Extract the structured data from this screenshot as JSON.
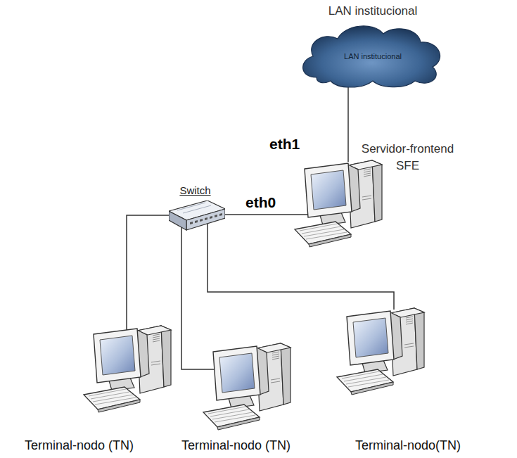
{
  "diagram": {
    "nodes": [
      {
        "text": [
          "LAN institucional",
          "LAN institucional"
        ]
      },
      {
        "text": [
          "Servidor-frontend SFE"
        ]
      },
      {
        "text": [
          "Switch"
        ]
      },
      {
        "text": [
          "Terminal-nodo (TN)"
        ]
      },
      {
        "text": [
          "Terminal-nodo (TN)"
        ]
      },
      {
        "text": [
          "Terminal-nodo(TN)"
        ]
      }
    ],
    "edges": [
      {
        "from": 0,
        "to": 1,
        "arrow": "none"
      },
      {
        "from": 1,
        "to": 2,
        "arrow": "none"
      },
      {
        "from": 2,
        "to": 3,
        "arrow": "none"
      },
      {
        "from": 2,
        "to": 4,
        "arrow": "none"
      },
      {
        "from": 2,
        "to": 5,
        "arrow": "none"
      }
    ],
    "labels": [
      "eth1",
      "eth0"
    ]
  }
}
